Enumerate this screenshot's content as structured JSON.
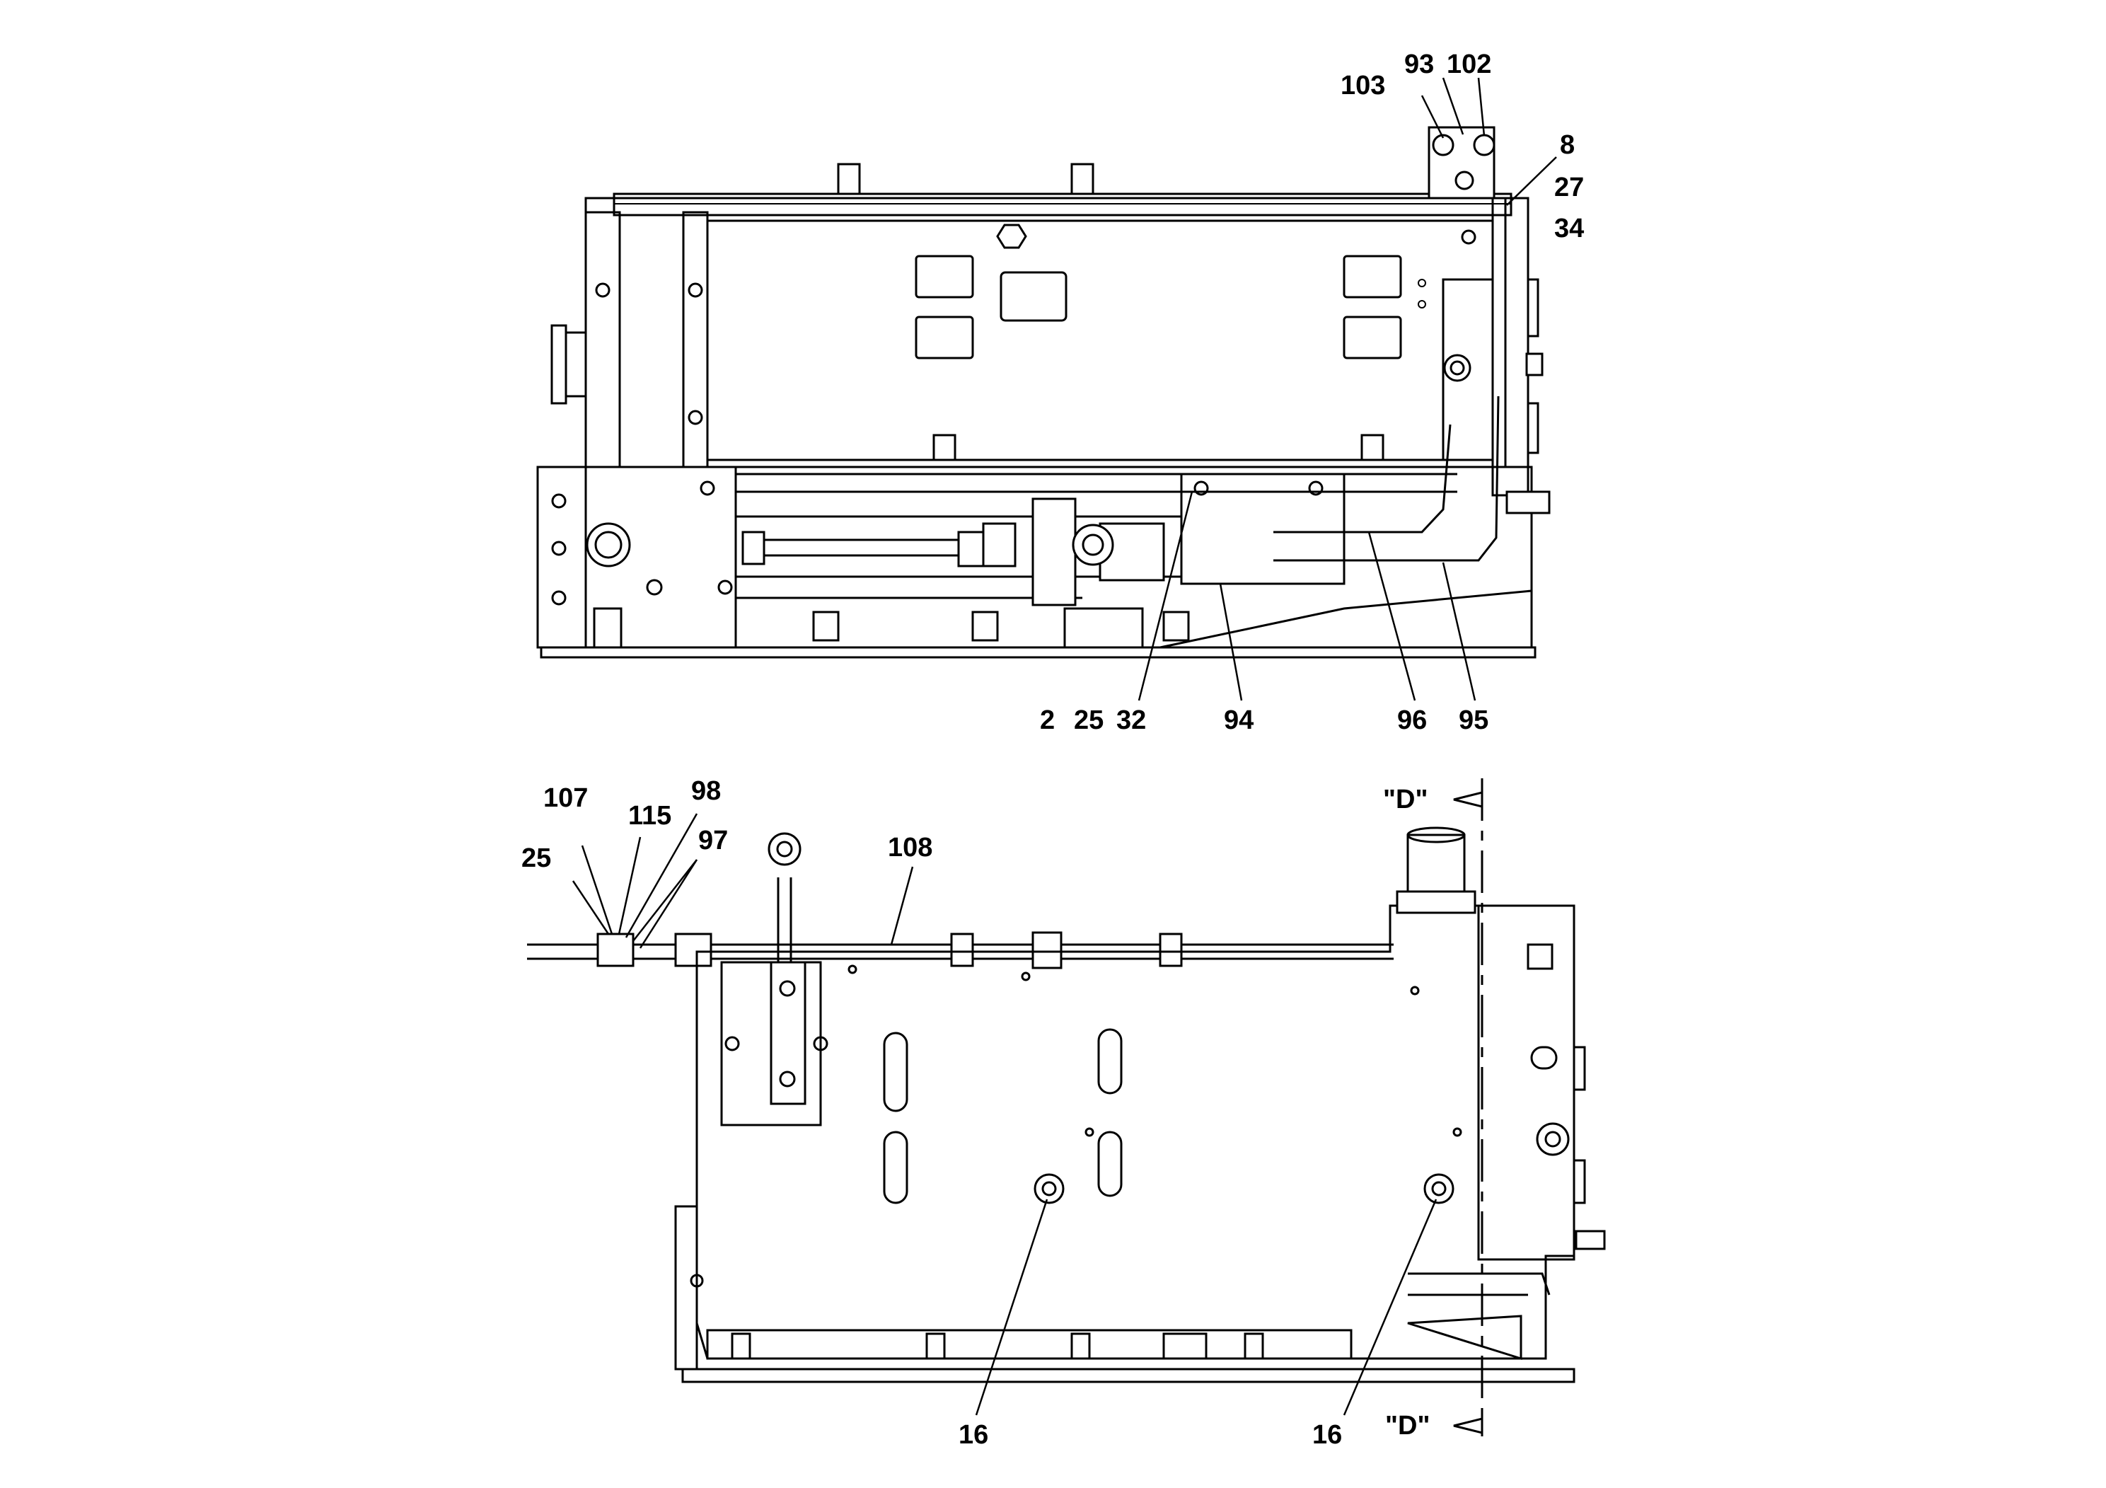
{
  "upper_view": {
    "callouts": [
      "103",
      "93",
      "102",
      "8",
      "27",
      "34",
      "2",
      "25",
      "32",
      "94",
      "96",
      "95"
    ]
  },
  "lower_view": {
    "callouts": [
      "107",
      "115",
      "98",
      "25",
      "97",
      "108",
      "16",
      "16"
    ],
    "section_marker_top": "\"D\"",
    "section_marker_bottom": "\"D\""
  }
}
